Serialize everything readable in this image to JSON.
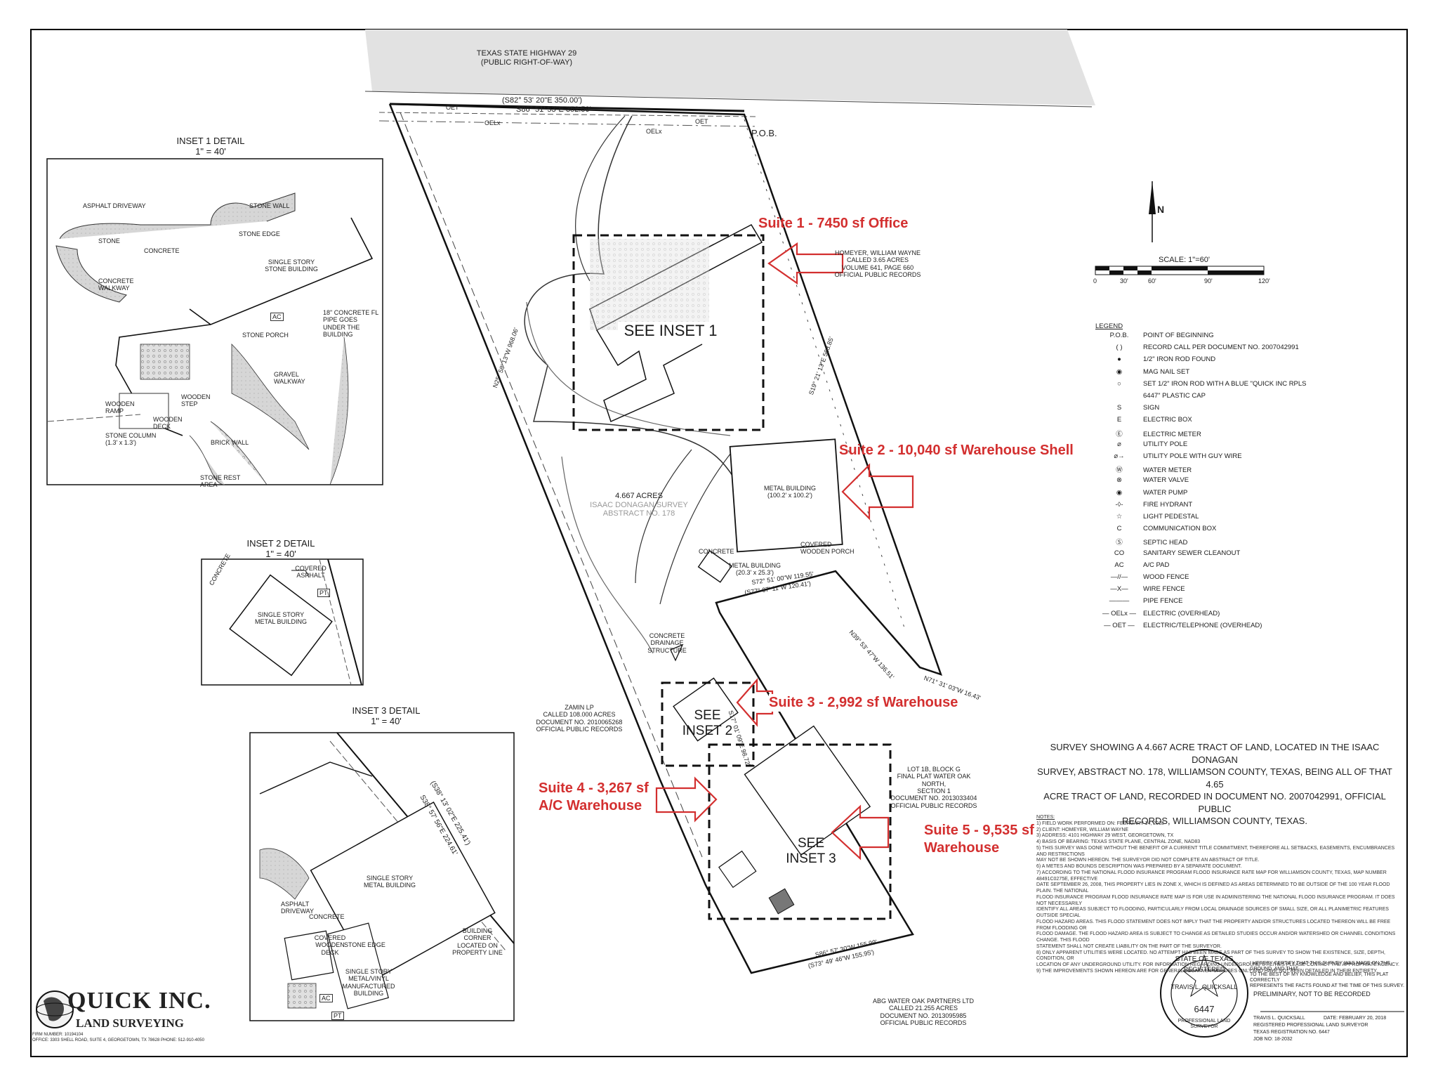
{
  "highway": {
    "name": "TEXAS STATE HIGHWAY 29",
    "sub": "(PUBLIC RIGHT-OF-WAY)"
  },
  "pob": "P.O.B.",
  "north_arrow": "N",
  "scale": {
    "label": "SCALE: 1\"=60'",
    "ticks": [
      "0",
      "30'",
      "60'",
      "90'",
      "120'"
    ]
  },
  "suites": [
    {
      "line1": "Suite 1 - 7450 sf Office",
      "line2": ""
    },
    {
      "line1": "Suite 2 - 10,040 sf Warehouse Shell",
      "line2": ""
    },
    {
      "line1": "Suite 3 - 2,992 sf Warehouse",
      "line2": ""
    },
    {
      "line1": "Suite 4 - 3,267 sf",
      "line2": "A/C Warehouse"
    },
    {
      "line1": "Suite 5 - 9,535 sf",
      "line2": "Warehouse"
    }
  ],
  "see_insets": [
    {
      "line1": "SEE INSET 1",
      "line2": ""
    },
    {
      "line1": "SEE",
      "line2": "INSET 2"
    },
    {
      "line1": "SEE",
      "line2": "INSET 3"
    }
  ],
  "insets": [
    {
      "title": "INSET 1 DETAIL",
      "scale": "1\" = 40'"
    },
    {
      "title": "INSET 2 DETAIL",
      "scale": "1\" = 40'"
    },
    {
      "title": "INSET 3 DETAIL",
      "scale": "1\" = 40'"
    }
  ],
  "inset1_labels": {
    "asphalt": "ASPHALT DRIVEWAY",
    "stone": "STONE",
    "concrete": "CONCRETE",
    "stone_wall": "STONE WALL",
    "stone_edge": "STONE EDGE",
    "walkway": "CONCRETE WALKWAY",
    "building": "SINGLE STORY STONE BUILDING",
    "pipe": "18\" CONCRETE FL PIPE GOES UNDER THE BUILDING",
    "porch": "STONE PORCH",
    "gravel": "GRAVEL WALKWAY",
    "ramp": "WOODEN RAMP",
    "deck": "WOODEN DECK",
    "step": "WOODEN STEP",
    "column": "STONE COLUMN (1.3' x 1.3')",
    "brick": "BRICK WALL",
    "rest": "STONE REST AREA",
    "ac": "AC"
  },
  "inset2_labels": {
    "covered": "COVERED ASPHALT",
    "building": "SINGLE STORY METAL BUILDING",
    "concrete": "CONCRETE",
    "pt": "PT"
  },
  "inset3_labels": {
    "building": "SINGLE STORY METAL BUILDING",
    "asphalt": "ASPHALT DRIVEWAY",
    "concrete": "CONCRETE",
    "covered_deck": "COVERED WOODEN DECK",
    "stone_edge": "STONE EDGE",
    "manufactured": "SINGLE STORY METAL/VINYL MANUFACTURED BUILDING",
    "corner": "BUILDING CORNER LOCATED ON PROPERTY LINE",
    "bearing": "(S38° 13' 02\"E 225.41')",
    "bearing2": "S38° 57' 56\"E 224.61'",
    "ac": "AC",
    "pt": "PT"
  },
  "map_labels": {
    "homeyer": [
      "HOMEYER, WILLIAM WAYNE",
      "CALLED 3.65 ACRES",
      "VOLUME 641, PAGE 660",
      "OFFICIAL PUBLIC RECORDS"
    ],
    "tract": [
      "4.667 ACRES",
      "ISAAC DONAGAN SURVEY",
      "ABSTRACT NO. 178"
    ],
    "metal_building": [
      "METAL BUILDING",
      "(100.2' x 100.2')"
    ],
    "covered_porch": "COVERED WOODEN PORCH",
    "small_metal": [
      "METAL BUILDING",
      "(20.3' x 25.3')"
    ],
    "concrete": "CONCRETE",
    "drainage": [
      "CONCRETE",
      "DRAINAGE",
      "STRUCTURE"
    ],
    "zamin": [
      "ZAMIN LP",
      "CALLED 108.000 ACRES",
      "DOCUMENT NO. 2010065268",
      "OFFICIAL PUBLIC RECORDS"
    ],
    "lot": [
      "LOT 1B, BLOCK G",
      "FINAL PLAT WATER OAK NORTH,",
      "SECTION 1",
      "DOCUMENT NO. 2013033404",
      "OFFICIAL PUBLIC RECORDS"
    ],
    "abg": [
      "ABG WATER OAK PARTNERS LTD",
      "CALLED 21.255 ACRES",
      "DOCUMENT NO. 2013095985",
      "OFFICIAL PUBLIC RECORDS"
    ],
    "b_north": "S86° 51' 53\"E  352.50'",
    "b_north_rec": "(S82° 53' 20\"E  350.00')",
    "b_east": "S19° 21' 13\"E  563.85'",
    "b_west": "N25° 58' 13\"W  968.06'",
    "b_mid": "S72° 51' 00\"W  119.55'",
    "b_mid_rec": "(S77° 07' 11\"W  120.41')",
    "b_ne": "N39° 53' 47\"W  136.51'",
    "b_tie": "N71° 31' 03\"W  16.43'",
    "b_s17": "S17° 01' 09\"E  98.72'",
    "b_s86": "S86° 57' 30\"W  155.99'",
    "b_s86_rec": "(S73° 49' 46\"W  155.95')",
    "oet": "OET",
    "oelx": "OELx"
  },
  "legend": {
    "title": "LEGEND",
    "rows": [
      {
        "sym": "P.O.B.",
        "text": "POINT OF BEGINNING"
      },
      {
        "sym": "( )",
        "text": "RECORD CALL PER DOCUMENT NO. 2007042991"
      },
      {
        "sym": "●",
        "text": "1/2\" IRON ROD FOUND"
      },
      {
        "sym": "◉",
        "text": "MAG NAIL SET"
      },
      {
        "sym": "○",
        "text": "SET 1/2\" IRON ROD WITH A BLUE \"QUICK INC RPLS"
      },
      {
        "sym": "",
        "text": "6447\" PLASTIC CAP"
      },
      {
        "sym": "S",
        "text": "SIGN"
      },
      {
        "sym": "E",
        "text": "ELECTRIC BOX"
      },
      {
        "sym": "Ⓔ",
        "text": "ELECTRIC METER"
      },
      {
        "sym": "⌀",
        "text": "UTILITY POLE"
      },
      {
        "sym": "⌀→",
        "text": "UTILITY POLE WITH GUY WIRE"
      },
      {
        "sym": "Ⓦ",
        "text": "WATER METER"
      },
      {
        "sym": "⊗",
        "text": "WATER VALVE"
      },
      {
        "sym": "◉",
        "text": "WATER PUMP"
      },
      {
        "sym": "-◊-",
        "text": "FIRE HYDRANT"
      },
      {
        "sym": "☆",
        "text": "LIGHT PEDESTAL"
      },
      {
        "sym": "C",
        "text": "COMMUNICATION BOX"
      },
      {
        "sym": "Ⓢ",
        "text": "SEPTIC HEAD"
      },
      {
        "sym": "CO",
        "text": "SANITARY SEWER CLEANOUT"
      },
      {
        "sym": "AC",
        "text": "A/C PAD"
      },
      {
        "sym": "—//—",
        "text": "WOOD FENCE"
      },
      {
        "sym": "—X—",
        "text": "WIRE FENCE"
      },
      {
        "sym": "———",
        "text": "PIPE FENCE"
      },
      {
        "sym": "— OELx —",
        "text": "ELECTRIC (OVERHEAD)"
      },
      {
        "sym": "— OET —",
        "text": "ELECTRIC/TELEPHONE (OVERHEAD)"
      }
    ]
  },
  "survey_description": [
    "SURVEY SHOWING A 4.667 ACRE TRACT OF LAND, LOCATED IN THE ISAAC DONAGAN",
    "SURVEY, ABSTRACT NO. 178, WILLIAMSON COUNTY, TEXAS, BEING ALL OF THAT 4.65",
    "ACRE TRACT OF LAND, RECORDED IN DOCUMENT NO. 2007042991, OFFICIAL PUBLIC",
    "RECORDS, WILLIAMSON COUNTY, TEXAS."
  ],
  "notes": {
    "title": "NOTES:",
    "items": [
      "1) FIELD WORK PERFORMED ON: FEBRUARY 14, 2018",
      "2) CLIENT: HOMEYER, WILLIAM WAYNE",
      "3) ADDRESS: 4101 HIGHWAY 29 WEST, GEORGETOWN, TX",
      "4) BASIS OF BEARING: TEXAS STATE PLANE, CENTRAL ZONE, NAD83",
      "5) THIS SURVEY WAS DONE WITHOUT THE BENEFIT OF A CURRENT TITLE COMMITMENT, THEREFORE ALL SETBACKS, EASEMENTS, ENCUMBRANCES AND RESTRICTIONS",
      "MAY NOT BE SHOWN HEREON. THE SURVEYOR DID NOT COMPLETE AN ABSTRACT OF TITLE.",
      "6) A METES AND BOUNDS DESCRIPTION WAS PREPARED BY A SEPARATE DOCUMENT.",
      "7) ACCORDING TO THE NATIONAL FLOOD INSURANCE PROGRAM FLOOD INSURANCE RATE MAP FOR WILLIAMSON COUNTY, TEXAS, MAP NUMBER 48491C0275E, EFFECTIVE",
      "DATE SEPTEMBER 26, 2008, THIS PROPERTY LIES IN ZONE X, WHICH IS DEFINED AS AREAS DETERMINED TO BE OUTSIDE OF THE 100 YEAR FLOOD PLAIN. THE NATIONAL",
      "FLOOD INSURANCE PROGRAM FLOOD INSURANCE RATE MAP IS FOR USE IN ADMINISTERING THE NATIONAL FLOOD INSURANCE PROGRAM. IT DOES NOT NECESSARILY",
      "IDENTIFY ALL AREAS SUBJECT TO FLOODING, PARTICULARLY FROM LOCAL DRAINAGE SOURCES OF SMALL SIZE, OR ALL PLANIMETRIC FEATURES OUTSIDE SPECIAL",
      "FLOOD HAZARD AREAS. THIS FLOOD STATEMENT DOES NOT IMPLY THAT THE PROPERTY AND/OR STRUCTURES LOCATED THEREON WILL BE FREE FROM FLOODING OR",
      "FLOOD DAMAGE. THE FLOOD HAZARD AREA IS SUBJECT TO CHANGE AS DETAILED STUDIES OCCUR AND/OR WATERSHED OR CHANNEL CONDITIONS CHANGE. THIS FLOOD",
      "STATEMENT SHALL NOT CREATE LIABILITY ON THE PART OF THE SURVEYOR.",
      "8) ONLY APPARENT UTILITIES WERE LOCATED. NO ATTEMPT HAS BEEN MADE AS PART OF THIS SURVEY TO SHOW THE EXISTENCE, SIZE, DEPTH, CONDITION, OR",
      "LOCATION OF ANY UNDERGROUND UTILITY. FOR INFORMATION REGARDING UNDERGROUND UTILITIES PLEASE CONTACT THE APPROPRIATE AGENCY.",
      "9) THE IMPROVEMENTS SHOWN HEREON ARE FOR GENERAL LOCATIVE PURPOSES ONLY AND HAVE NOT BEEN DETAILED IN THEIR ENTIRETY."
    ]
  },
  "certification": {
    "text": [
      "I HEREBY CERTIFY THAT THIS SURVEY WAS MADE ON THE GROUND, AND THAT",
      "TO THE BEST OF MY KNOWLEDGE AND BELIEF, THIS PLAT CORRECTLY",
      "REPRESENTS THE FACTS FOUND AT THE TIME OF THIS SURVEY."
    ],
    "preliminary": "PRELIMINARY, NOT TO BE RECORDED",
    "surveyor": "TRAVIS L. QUICKSALL",
    "date": "DATE: FEBRUARY 20, 2018",
    "title": "REGISTERED PROFESSIONAL LAND SURVEYOR",
    "registration": "TEXAS REGISTRATION NO. 6447",
    "job": "JOB NO: 18-2032"
  },
  "seal": {
    "state": "STATE OF TEXAS",
    "registered": "REGISTERED",
    "name": "TRAVIS L. QUICKSALL",
    "number": "6447",
    "profession": "PROFESSIONAL LAND SURVEYOR"
  },
  "company": {
    "name_line1": "QUICK INC.",
    "name_line2": "LAND SURVEYING",
    "firm": "FIRM NUMBER: 10194104",
    "office": "OFFICE: 3303 SHELL ROAD, SUITE 4, GEORGETOWN, TX 78628     PHONE: 512-910-4050"
  },
  "colors": {
    "accent": "#d32f2f",
    "line": "#111111",
    "paving": "#c9c9c9",
    "frame": "#000000"
  }
}
